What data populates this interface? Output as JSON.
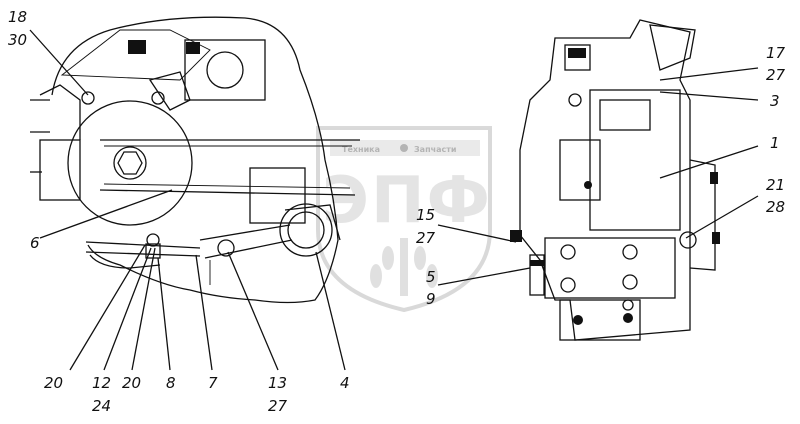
{
  "watermark": {
    "left_text": "Техника",
    "right_text": "Запчасти",
    "logo_text": "ЭПФ",
    "color": "#c8c8c8"
  },
  "callouts": {
    "c18": "18",
    "c30": "30",
    "c6": "6",
    "c20a": "20",
    "c12": "12",
    "c24": "24",
    "c20b": "20",
    "c8": "8",
    "c7": "7",
    "c13": "13",
    "c27a": "27",
    "c4": "4",
    "c15": "15",
    "c27b": "27",
    "c5": "5",
    "c9": "9",
    "c17": "17",
    "c27c": "27",
    "c3": "3",
    "c1": "1",
    "c21": "21",
    "c28": "28"
  }
}
